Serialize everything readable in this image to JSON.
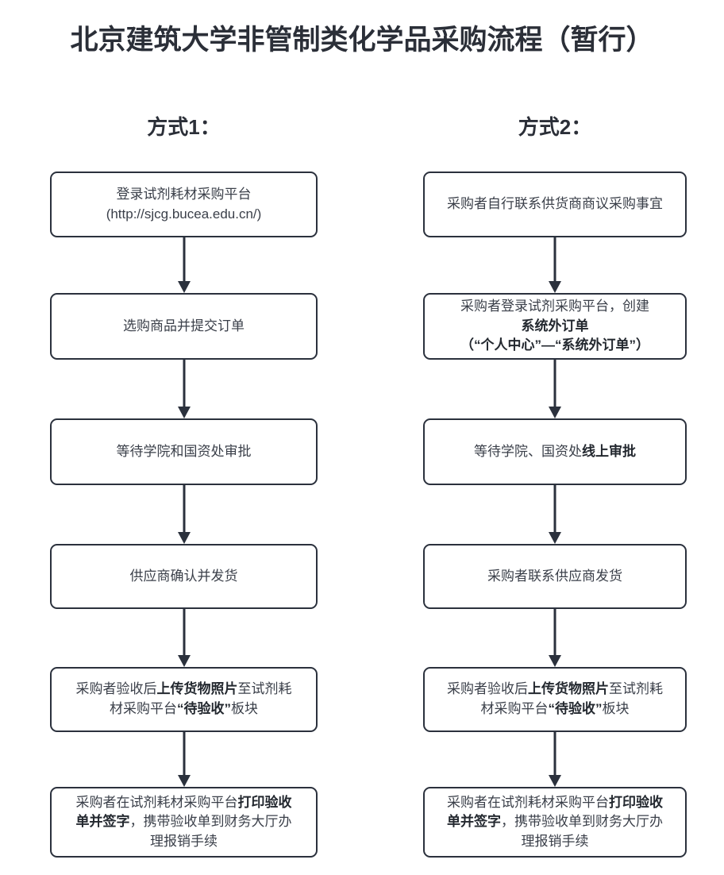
{
  "title": "北京建筑大学非管制类化学品采购流程（暂行）",
  "columns": [
    {
      "id": "method-1",
      "header": "方式1：",
      "nodes": [
        {
          "name": "node-login-platform",
          "text": "登录试剂耗材采购平台\n(http://sjcg.bucea.edu.cn/)",
          "html": "登录试剂耗材采购平台<br>(http://sjcg.bucea.edu.cn/)"
        },
        {
          "name": "node-select-goods-submit-order",
          "text": "选购商品并提交订单",
          "html": "选购商品并提交订单"
        },
        {
          "name": "node-wait-college-sasac-approval",
          "text": "等待学院和国资处审批",
          "html": "等待学院和国资处审批"
        },
        {
          "name": "node-supplier-confirm-ship",
          "text": "供应商确认并发货",
          "html": "供应商确认并发货"
        },
        {
          "name": "node-upload-goods-photo",
          "text": "采购者验收后上传货物照片至试剂耗材采购平台“待验收”板块",
          "html": "采购者验收后<b>上传货物照片</b>至试剂耗<br>材采购平台<b>“待验收”</b>板块"
        },
        {
          "name": "node-print-acceptance-form",
          "text": "采购者在试剂耗材采购平台打印验收单并签字，携带验收单到财务大厅办理报销手续",
          "html": "采购者在试剂耗材采购平台<b>打印验收</b><br><b>单并签字</b>，携带验收单到财务大厅办<br>理报销手续"
        }
      ]
    },
    {
      "id": "method-2",
      "header": "方式2：",
      "nodes": [
        {
          "name": "node-contact-supplier",
          "text": "采购者自行联系供货商商议采购事宜",
          "html": "采购者自行联系供货商商议采购事宜"
        },
        {
          "name": "node-create-external-order",
          "text": "采购者登录试剂采购平台，创建系统外订单（“个人中心”—“系统外订单”）",
          "html": "采购者登录试剂采购平台，创建<br><b>系统外订单</b><br><b>（“个人中心”—“系统外订单”）</b>"
        },
        {
          "name": "node-wait-online-approval",
          "text": "等待学院、国资处线上审批",
          "html": "等待学院、国资处<b>线上审批</b>"
        },
        {
          "name": "node-buyer-contact-supplier-ship",
          "text": "采购者联系供应商发货",
          "html": "采购者联系供应商发货"
        },
        {
          "name": "node-upload-goods-photo-2",
          "text": "采购者验收后上传货物照片至试剂耗材采购平台“待验收”板块",
          "html": "采购者验收后<b>上传货物照片</b>至试剂耗<br>材采购平台<b>“待验收”</b>板块"
        },
        {
          "name": "node-print-acceptance-form-2",
          "text": "采购者在试剂耗材采购平台打印验收单并签字，携带验收单到财务大厅办理报销手续",
          "html": "采购者在试剂耗材采购平台<b>打印验收</b><br><b>单并签字</b>，携带验收单到财务大厅办<br>理报销手续"
        }
      ]
    }
  ],
  "layout": {
    "box_tops": [
      216,
      369,
      527,
      685,
      840,
      991
    ],
    "box_heights": [
      83,
      84,
      84,
      82,
      82,
      89
    ],
    "arrow_count": 5
  },
  "colors": {
    "border": "#2b313d",
    "text": "#3a3f49",
    "title": "#2b2f38",
    "background": "#ffffff"
  }
}
